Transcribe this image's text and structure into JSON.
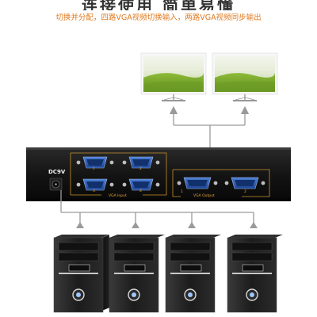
{
  "header": {
    "title": "连接使用 简单易懂",
    "subtitle": "切换并分配，四路VGA视频切换输入，两路VGA视频同步输出"
  },
  "device": {
    "power_label": "DC9V",
    "input_label": "VGA Input",
    "output_label": "VGA Output",
    "input_numbers": [
      "1",
      "2",
      "3",
      "4"
    ],
    "output_numbers": [
      "1",
      "2"
    ]
  },
  "colors": {
    "accent": "#e07a1f",
    "device_body": "#1a1a1a",
    "port_blue": "#2f5fb5",
    "outline_gold": "#c9922e",
    "arrow_gray": "#9a9a9a"
  }
}
